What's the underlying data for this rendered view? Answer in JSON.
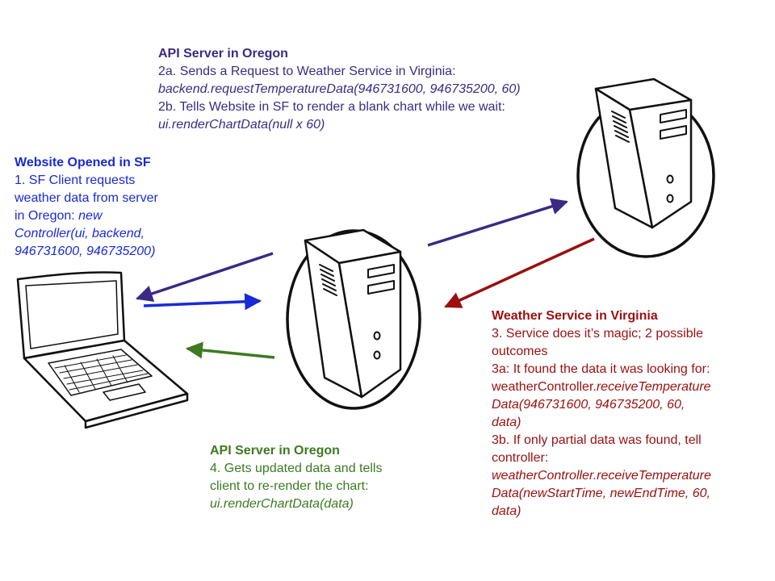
{
  "colors": {
    "purple": "#3b2a84",
    "blue": "#1a2ad6",
    "red": "#9b0f0f",
    "green": "#3d7a22"
  },
  "icons": {
    "laptop": "laptop-icon",
    "oregon_server": "server-icon",
    "virginia_server": "server-icon"
  },
  "api_top": {
    "title": "API Server in Oregon",
    "line1": "2a.  Sends a Request to Weather Service in Virginia:",
    "line2": "backend.requestTemperatureData(946731600, 946735200, 60)",
    "line3": "2b. Tells Website in SF to render a blank chart while we wait:",
    "line4": "ui.renderChartData(null x 60)"
  },
  "website": {
    "title": "Website Opened in SF",
    "line1": "1. SF Client requests",
    "line2": "weather data from server",
    "line3_plain": "in Oregon: ",
    "line3_italic": "new",
    "line4": "Controller(ui, backend,",
    "line5": "946731600, 946735200)"
  },
  "weather": {
    "title": "Weather Service in Virginia",
    "line1": "3. Service does it’s magic; 2 possible",
    "line2": "outcomes",
    "line3": "3a: It found the data it was looking for:",
    "line4_plain": "weatherController.",
    "line4_italic": "receiveTemperature",
    "line5": "Data(946731600, 946735200, 60,",
    "line6": "data)",
    "line7": "3b. If only partial data was found, tell",
    "line8": "controller:",
    "line9": "weatherController.receiveTemperature",
    "line10": "Data(newStartTime, newEndTime, 60,",
    "line11": "data)"
  },
  "api_bottom": {
    "title": "API Server in Oregon",
    "line1": "4. Gets updated data and tells",
    "line2": "client to re-render the chart:",
    "line3": "ui.renderChartData(data)"
  }
}
